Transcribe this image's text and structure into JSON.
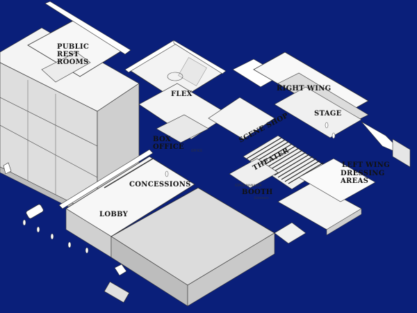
{
  "labels": {
    "public_restrooms": [
      "PUBLIC",
      "REST",
      "ROOMS"
    ],
    "flex": "FLEX",
    "right_wing": "RIGHT WING",
    "stage": "STAGE",
    "scene_shop": "SCENE SHOP",
    "box_office": [
      "BOX",
      "OFFICE"
    ],
    "theater": "THEATER",
    "left_wing": "LEFT WING",
    "dressing_areas": [
      "DRESSING",
      "AREAS"
    ],
    "concessions": "CONCESSIONS",
    "booth": "BOOTH",
    "lobby": "LOBBY"
  },
  "small_text": {
    "office": "OFFICE",
    "stage_manager": "STAGE MANAGER",
    "dimmers": "Dimmers"
  },
  "colors": {
    "background": "#0a1f7a",
    "floor": "#f2f2f2",
    "wall_top": "#ffffff",
    "roof_grey": "#d9d9d9",
    "wall_side": "#e6e6e6",
    "line": "#333333"
  }
}
